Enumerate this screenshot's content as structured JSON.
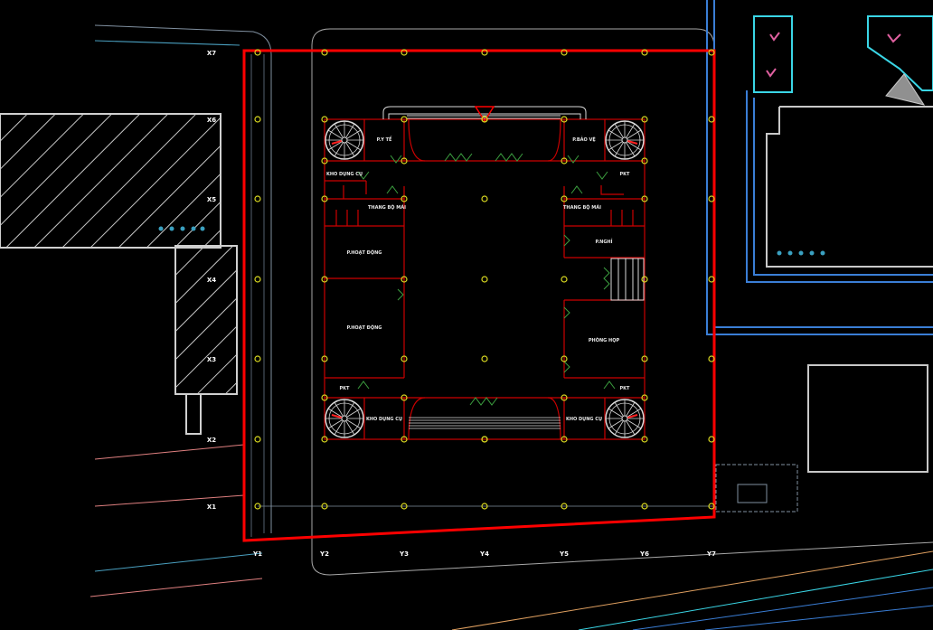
{
  "grid": {
    "x_labels": [
      "X1",
      "X2",
      "X3",
      "X4",
      "X5",
      "X6",
      "X7"
    ],
    "y_labels": [
      "Y1",
      "Y2",
      "Y3",
      "Y4",
      "Y5",
      "Y6",
      "Y7"
    ]
  },
  "rooms": {
    "r_tl": "P.Y TẾ",
    "r_tr": "P.BẢO VỆ",
    "kho_left": "KHO DỤNG CỤ",
    "pkt_tr": "PKT",
    "thang_left": "THANG BỘ MÁI",
    "thang_right": "THANG BỘ MÁI",
    "hoat_dong_1": "P.HOẠT ĐỘNG",
    "hoat_dong_2": "P.HOẠT ĐỘNG",
    "nghi": "P.NGHỈ",
    "hieu": "PHÒNG HỌP",
    "pkt_bl": "PKT",
    "pkt_br": "PKT",
    "kho_bl": "KHO DỤNG CỤ",
    "kho_br": "KHO DỤNG CỤ"
  },
  "colors": {
    "red": "#ff0000",
    "wall": "#cc0000",
    "cyan": "#3ad6e6",
    "blue": "#3a7ed6",
    "grid_dot": "#d8d820",
    "white_line": "#d8d8d8",
    "green": "#3ca040"
  }
}
